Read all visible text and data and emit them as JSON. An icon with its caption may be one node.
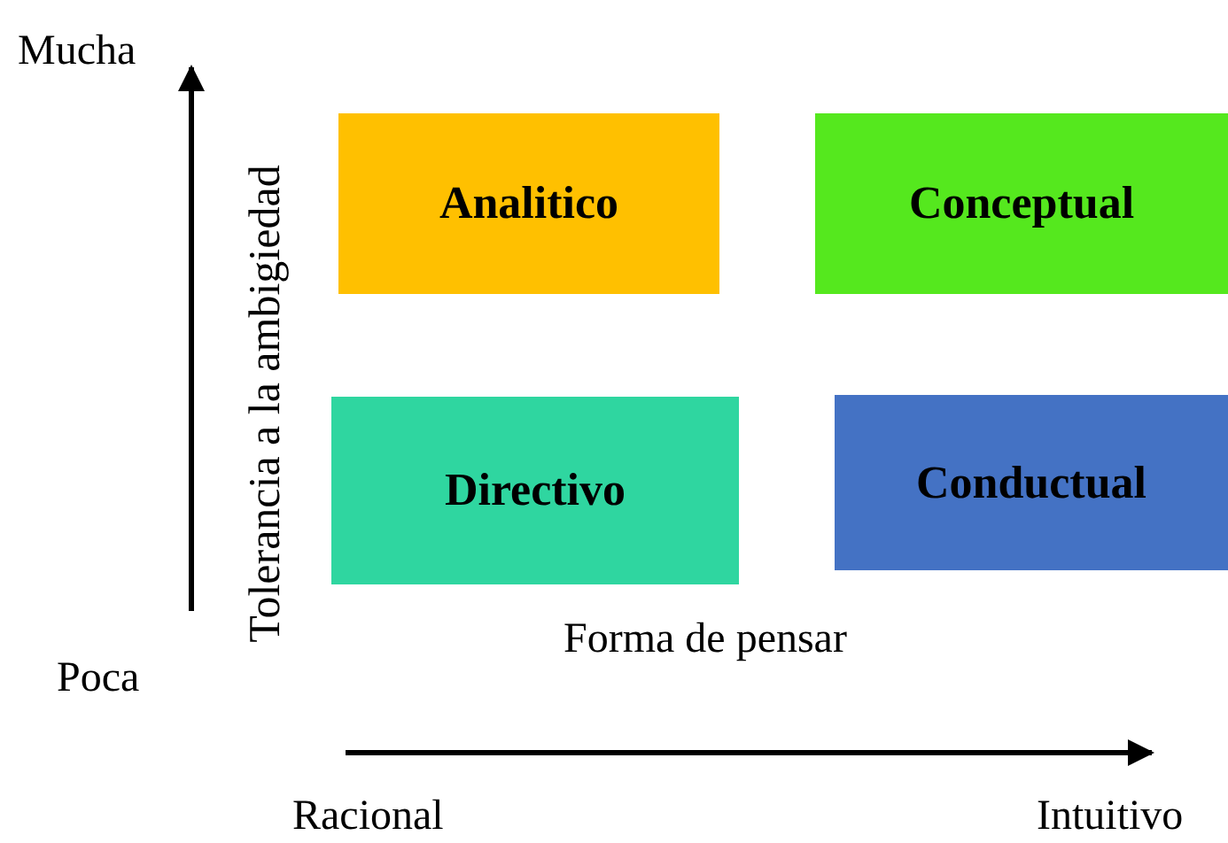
{
  "diagram": {
    "nodes": [
      {
        "text": [
          "Analitico"
        ]
      },
      {
        "text": [
          "Conceptual"
        ]
      },
      {
        "text": [
          "Directivo"
        ]
      },
      {
        "text": [
          "Conductual"
        ]
      }
    ],
    "labels": [
      "Mucha",
      "Tolerancia a la ambigiedad",
      "Poca",
      "Forma de pensar",
      "Racional",
      "Intuitivo"
    ]
  }
}
